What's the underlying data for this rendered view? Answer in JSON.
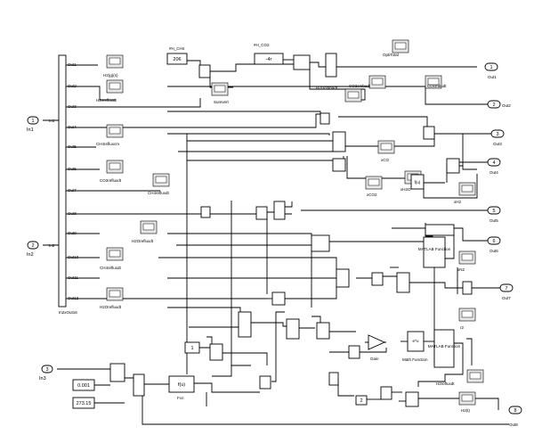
{
  "inports": {
    "in1": {
      "num": "1",
      "name": "In1"
    },
    "in2": {
      "num": "2",
      "name": "In2"
    },
    "in3": {
      "num": "3",
      "name": "In3"
    }
  },
  "outports": {
    "out1": {
      "num": "1",
      "name": "Out1"
    },
    "out2": {
      "num": "2",
      "name": "Out2"
    },
    "out3": {
      "num": "3",
      "name": "Out3"
    },
    "out4": {
      "num": "4",
      "name": "Out4"
    },
    "out5": {
      "num": "5",
      "name": "Out5"
    },
    "out6": {
      "num": "6",
      "name": "Out6"
    },
    "out7": {
      "num": "7",
      "name": "Out7"
    },
    "out8": {
      "num": "8",
      "name": "Out8"
    }
  },
  "demux": {
    "label": "In2xOut16",
    "ports": [
      "Out1",
      "Out2",
      "Out3",
      "Out4",
      "Out5",
      "Out6",
      "Out7",
      "Out8",
      "Out9",
      "Out10",
      "Out11",
      "Out12"
    ]
  },
  "constants": {
    "c206": "206",
    "c4": "-4r",
    "c1": "1",
    "c2": "2",
    "c0001": "0.001",
    "c27315": "273.15"
  },
  "labels": {
    "ch4": "#H_CH4",
    "co2": "#H_CO2",
    "gain": "Gain",
    "fcn": "Fcn",
    "fcn_expr": "f(u)",
    "mathfn1": "MATLAB Function",
    "mathfn2": "MATLAB Function",
    "mathfunc": "Math Function",
    "mathfunc_expr": "e^u",
    "out_one": "Out1"
  },
  "scopes": {
    "s1": "H2(g)(s)",
    "s2": "H2revfluxdt",
    "s3": "Sumvert",
    "s4": "CH4refluxcm",
    "s5": "CO2refluxdt",
    "s6": "CH4refluxdt",
    "s7": "H2Orefluxdt",
    "s8": "CH4refluxdt",
    "s9": "H2Orefluxdt",
    "s10": "OptiTotal",
    "s11": "H2Ocmbudt",
    "s12": "CO2cmbudt",
    "s13": "COcmbudt",
    "s14": "xCO",
    "s15": "xCO2",
    "s16": "xH2O",
    "s17": "xH2",
    "s18": "xN2",
    "s19": "r2",
    "s20": "H2(t)",
    "s21": "H2refluxdt"
  }
}
